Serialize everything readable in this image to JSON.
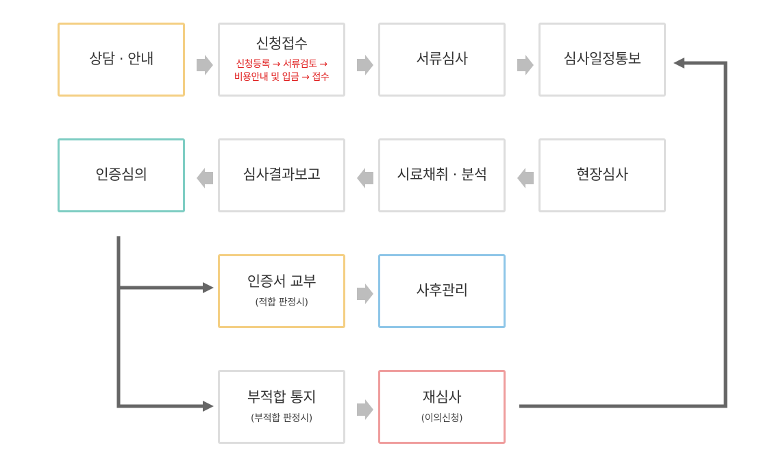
{
  "steps": {
    "consult": {
      "title": "상담 · 안내"
    },
    "apply": {
      "title": "신청접수",
      "note_line1": "신청등록 → 서류검토 →",
      "note_line2": "비용안내 및 입금 → 접수"
    },
    "doc_review": {
      "title": "서류심사"
    },
    "schedule": {
      "title": "심사일정통보"
    },
    "site_audit": {
      "title": "현장심사"
    },
    "sampling": {
      "title": "시료채취 · 분석"
    },
    "report": {
      "title": "심사결과보고"
    },
    "committee": {
      "title": "인증심의"
    },
    "issue_cert": {
      "title": "인증서 교부",
      "note": "(적합 판정시)"
    },
    "aftercare": {
      "title": "사후관리"
    },
    "nonconform": {
      "title": "부적합 통지",
      "note": "(부적합 판정시)"
    },
    "reaudit": {
      "title": "재심사",
      "note": "(이의신청)"
    }
  },
  "colors": {
    "border_default": "#dddddd",
    "border_yellow": "#f4cf83",
    "border_teal": "#7ecdc3",
    "border_blue": "#8ec6e8",
    "border_pink": "#ef9d9d",
    "arrow_light": "#bdbdbd",
    "arrow_dark": "#666666",
    "note_red": "#e02020"
  }
}
